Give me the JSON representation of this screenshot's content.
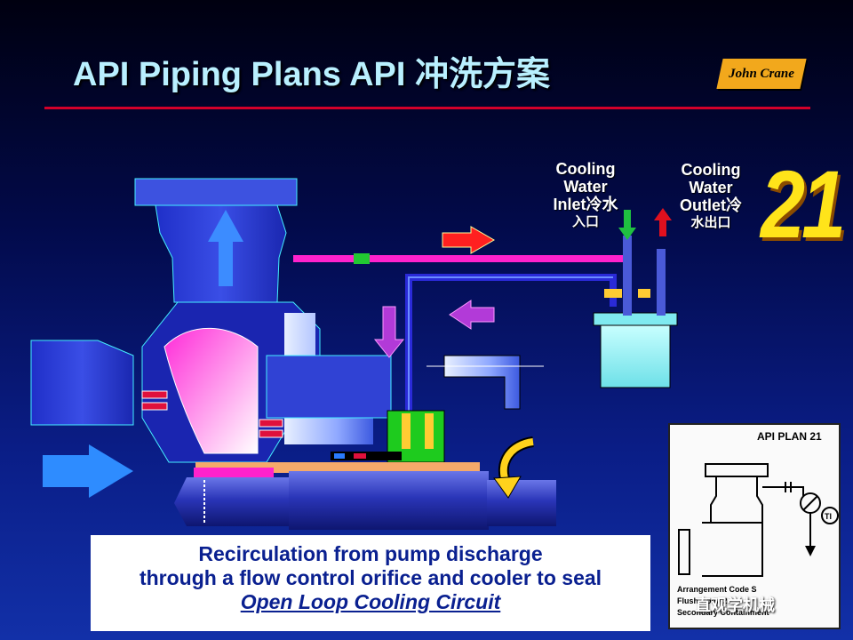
{
  "title": "API Piping Plans API 冲洗方案",
  "logo_text": "John Crane",
  "plan_number": "21",
  "cooling_inlet": {
    "line1": "Cooling",
    "line2": "Water",
    "line3": "Inlet冷水",
    "line4": "入口"
  },
  "cooling_outlet": {
    "line1": "Cooling",
    "line2": "Water",
    "line3": "Outlet冷",
    "line4": "水出口"
  },
  "caption": {
    "line1": "Recirculation from pump discharge",
    "line2": "through a flow control orifice and cooler to seal",
    "line3": "Open Loop Cooling Circuit"
  },
  "inset": {
    "title": "API PLAN 21",
    "note1": "Arrangement Code S",
    "note2": "Flush Code 2",
    "note3": "Secondary Containment",
    "ti_label": "TI"
  },
  "watermark": "直观学机械",
  "colors": {
    "flush_line": "#ff22cc",
    "cooler_line": "#2a2ad8",
    "seal_green": "#1ecb1e",
    "title_rule": "#d2002a",
    "plan_number": "#ffe41a"
  }
}
